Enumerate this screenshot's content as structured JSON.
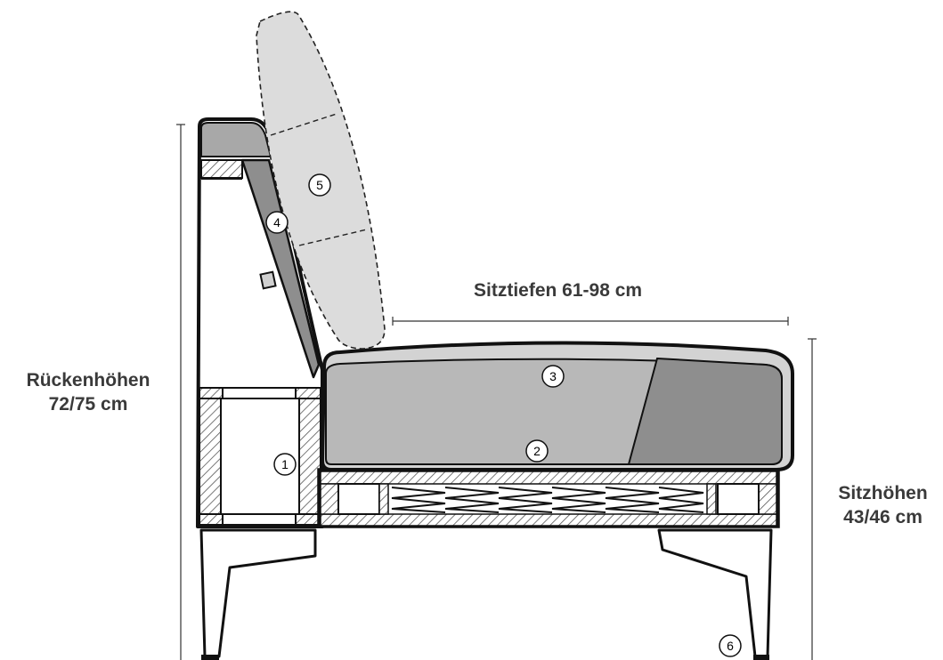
{
  "dimensions": {
    "seat_depth": "Sitztiefen  61-98 cm",
    "back_height_label": "Rückenhöhen",
    "back_height_value": "72/75 cm",
    "seat_height_label": "Sitzhöhen",
    "seat_height_value": "43/46 cm"
  },
  "callouts": {
    "c1": "1",
    "c2": "2",
    "c3": "3",
    "c4": "4",
    "c5": "5",
    "c6": "6"
  },
  "colors": {
    "outline": "#111111",
    "cushion_light": "#b8b8b8",
    "cushion_dark": "#8e8e8e",
    "topper": "#d3d3d3",
    "text": "#3a3a3a"
  }
}
